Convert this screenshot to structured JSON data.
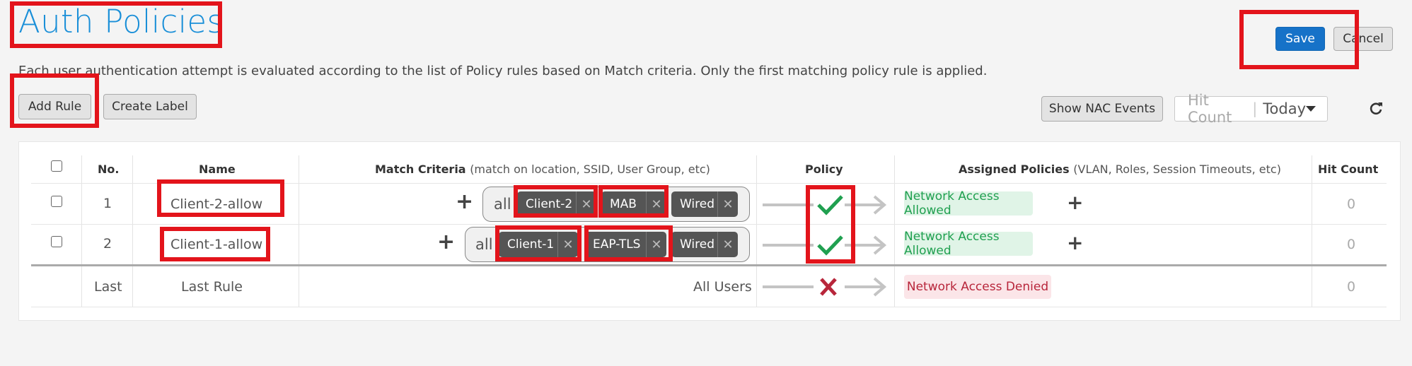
{
  "header": {
    "title": "Auth Policies",
    "description": "Each user authentication attempt is evaluated according to the list of Policy rules based on Match criteria. Only the first matching policy rule is applied."
  },
  "toolbar": {
    "save_label": "Save",
    "cancel_label": "Cancel",
    "add_rule_label": "Add Rule",
    "create_label_label": "Create Label",
    "show_nac_events_label": "Show NAC Events",
    "hit_count_label": "Hit Count",
    "hit_count_period": "Today"
  },
  "table": {
    "headers": {
      "no": "No.",
      "name": "Name",
      "match": "Match Criteria",
      "match_sub": "(match on location, SSID, User Group, etc)",
      "policy": "Policy",
      "assigned": "Assigned Policies",
      "assigned_sub": "(VLAN, Roles, Session Timeouts, etc)",
      "hit_count": "Hit Count"
    },
    "rows": [
      {
        "no": "1",
        "name": "Client-2-allow",
        "match_prefix": "all",
        "tags": [
          "Client-2",
          "MAB",
          "Wired"
        ],
        "policy": "allow",
        "assigned": "Network Access Allowed",
        "hit_count": "0"
      },
      {
        "no": "2",
        "name": "Client-1-allow",
        "match_prefix": "all",
        "tags": [
          "Client-1",
          "EAP-TLS",
          "Wired"
        ],
        "policy": "allow",
        "assigned": "Network Access Allowed",
        "hit_count": "0"
      }
    ],
    "last_row": {
      "no": "Last",
      "name": "Last Rule",
      "match": "All Users",
      "policy": "deny",
      "assigned": "Network Access Denied",
      "hit_count": "0"
    }
  },
  "colors": {
    "accent": "#1a8fd8",
    "primary_button": "#1672c8",
    "allow": "#20a050",
    "deny": "#b8263b",
    "highlight": "#e3141b"
  },
  "icons": [
    "refresh-icon",
    "chevron-down-icon",
    "plus-icon",
    "close-icon",
    "check-icon",
    "cross-icon",
    "arrow-right-icon"
  ]
}
